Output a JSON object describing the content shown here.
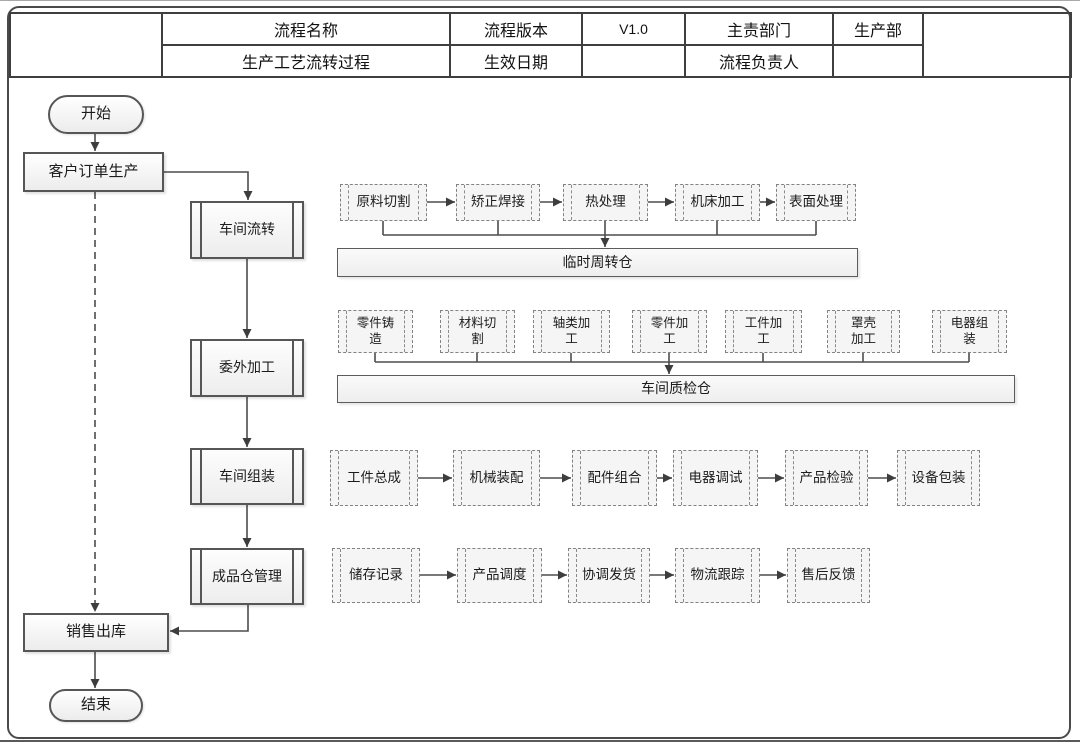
{
  "header": {
    "process_name_label": "流程名称",
    "process_name_value": "生产工艺流转过程",
    "version_label": "流程版本",
    "version_value": "V1.0",
    "effective_date_label": "生效日期",
    "effective_date_value": "",
    "department_label": "主责部门",
    "department_value": "生产部",
    "owner_label": "流程负责人",
    "owner_value": ""
  },
  "flow": {
    "start": "开始",
    "customer_order": "客户订单生产",
    "stages": [
      "车间流转",
      "委外加工",
      "车间组装",
      "成品仓管理"
    ],
    "workshop_steps": [
      "原料切割",
      "矫正焊接",
      "热处理",
      "机床加工",
      "表面处理"
    ],
    "temp_warehouse": "临时周转仓",
    "outsourced_steps": [
      "零件铸造",
      "材料切割",
      "轴类加工",
      "零件加工",
      "工件加工",
      "罩壳加工",
      "电器组装"
    ],
    "qc_warehouse": "车间质检仓",
    "assembly_steps": [
      "工件总成",
      "机械装配",
      "配件组合",
      "电器调试",
      "产品检验",
      "设备包装"
    ],
    "finished_goods_steps": [
      "储存记录",
      "产品调度",
      "协调发货",
      "物流跟踪",
      "售后反馈"
    ],
    "sales_outbound": "销售出库",
    "end": "结束"
  },
  "colors": {
    "line": "#4d4d4d",
    "arrowhead": "#3d3d3d",
    "solid_border": "#565656",
    "dashed_border": "#828282",
    "node_fill": "#f5f5f5",
    "text": "#1c1c1c"
  }
}
